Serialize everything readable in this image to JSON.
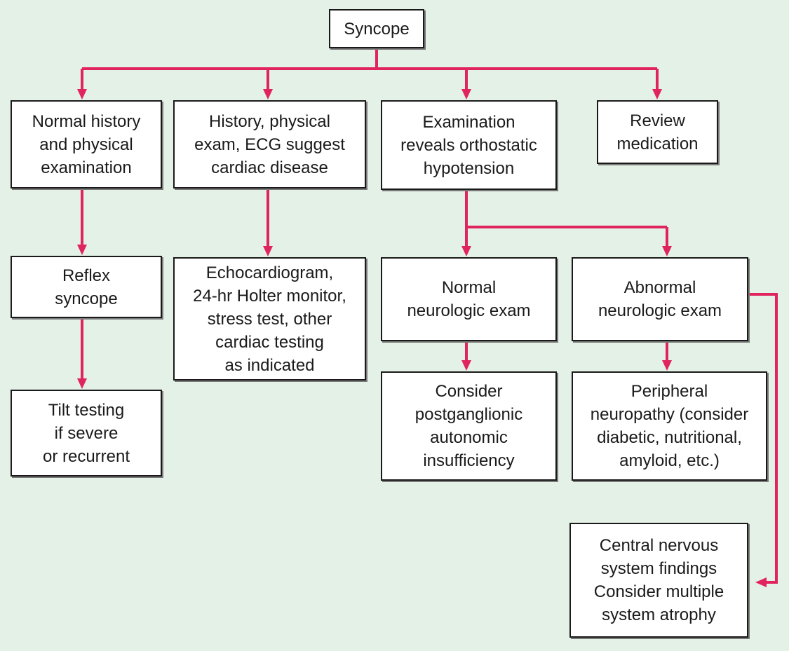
{
  "colors": {
    "background": "#e3f1e6",
    "connector": "#e0245e",
    "box_border": "#1a1a1a",
    "box_fill": "#ffffff"
  },
  "nodes": {
    "syncope": "Syncope",
    "normal_history": "Normal history\nand physical\nexamination",
    "cardiac_suggest": "History, physical\nexam, ECG suggest\ncardiac disease",
    "orthostatic": "Examination\nreveals orthostatic\nhypotension",
    "review_medication": "Review\nmedication",
    "reflex_syncope": "Reflex\nsyncope",
    "cardiac_testing": "Echocardiogram,\n24-hr Holter monitor,\nstress test, other\ncardiac testing\nas indicated",
    "normal_neuro": "Normal\nneurologic exam",
    "abnormal_neuro": "Abnormal\nneurologic exam",
    "tilt_testing": "Tilt testing\nif severe\nor recurrent",
    "postganglionic": "Consider\npostganglionic\nautonomic\ninsufficiency",
    "peripheral_neuropathy": "Peripheral\nneuropathy (consider\ndiabetic, nutritional,\namyloid, etc.)",
    "cns_findings": "Central nervous\nsystem findings\nConsider multiple\nsystem atrophy"
  }
}
